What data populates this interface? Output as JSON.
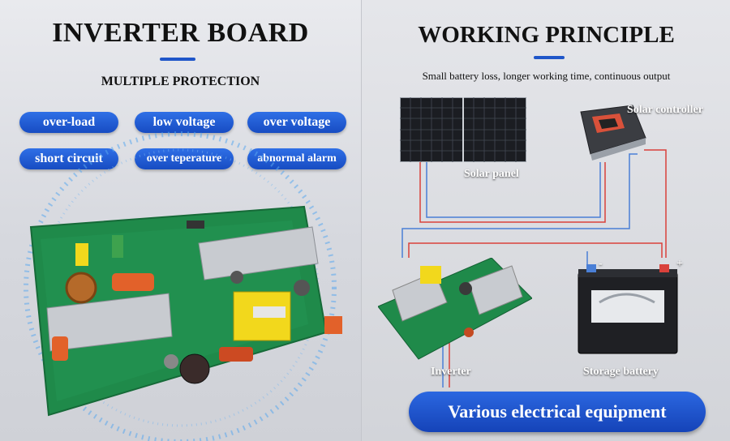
{
  "left": {
    "title": "INVERTER BOARD",
    "subtitle": "MULTIPLE PROTECTION",
    "protections": [
      "over-load",
      "low voltage",
      "over voltage",
      "short circuit",
      "over teperature",
      "abnormal alarm"
    ]
  },
  "right": {
    "title": "WORKING PRINCIPLE",
    "subtitle": "Small battery loss, longer working time, continuous output",
    "labels": {
      "solar_panel": "Solar panel",
      "solar_controller": "Solar controller",
      "inverter": "Inverter",
      "storage_battery": "Storage battery",
      "minus": "-",
      "plus": "+"
    },
    "equipment_button": "Various electrical equipment"
  },
  "colors": {
    "accent_blue": "#1f56c9",
    "pcb_green": "#1f8a4a",
    "wire_red": "#d9413b",
    "wire_blue": "#4a7fd6"
  }
}
